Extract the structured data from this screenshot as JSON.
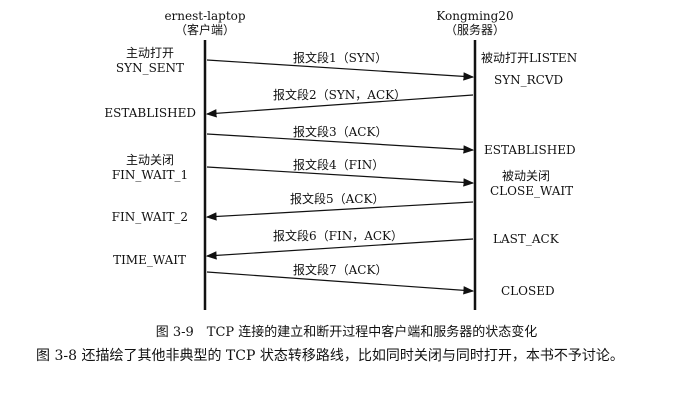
{
  "client": {
    "name": "ernest-laptop",
    "role": "（客户端）"
  },
  "server": {
    "name": "Kongming20",
    "role": "（服务器）"
  },
  "client_states": [
    "主动打开",
    "SYN_SENT",
    "ESTABLISHED",
    "主动关闭",
    "FIN_WAIT_1",
    "FIN_WAIT_2",
    "TIME_WAIT"
  ],
  "server_states": [
    "被动打开LISTEN",
    "SYN_RCVD",
    "ESTABLISHED",
    "被动关闭",
    "CLOSE_WAIT",
    "LAST_ACK",
    "CLOSED"
  ],
  "segments": [
    "报文段1（SYN）",
    "报文段2（SYN，ACK）",
    "报文段3（ACK）",
    "报文段4（FIN）",
    "报文段5（ACK）",
    "报文段6（FIN，ACK）",
    "报文段7（ACK）"
  ],
  "caption": "图 3-9　TCP 连接的建立和断开过程中客户端和服务器的状态变化",
  "paragraph": "图 3-8 还描绘了其他非典型的 TCP 状态转移路线，比如同时关闭与同时打开，本书不予讨论。"
}
